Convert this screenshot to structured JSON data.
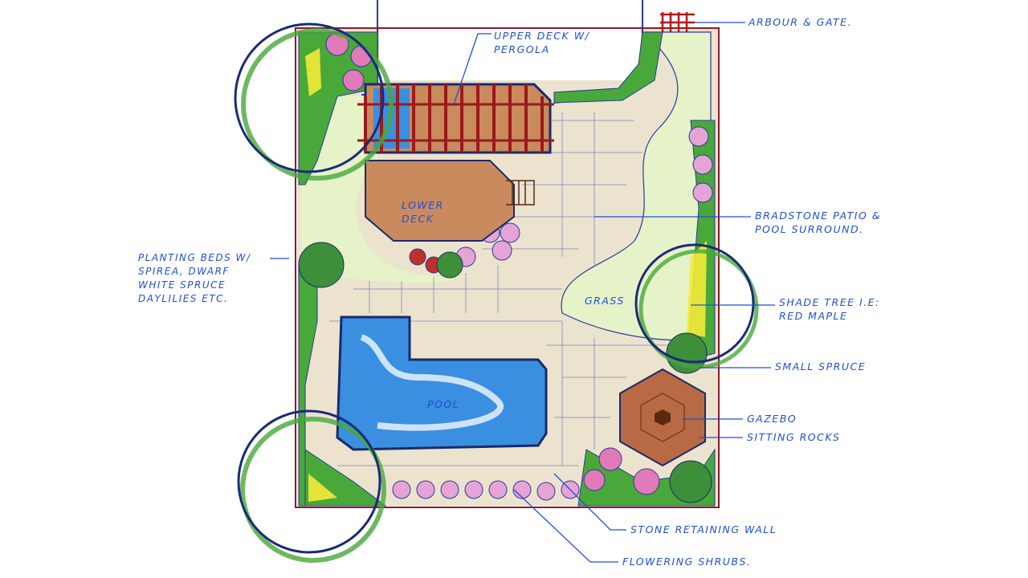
{
  "colors": {
    "ink": "#1f4fd6",
    "property_line": "#8b1a2b",
    "grass": "#e6f2c8",
    "patio": "#ece3cf",
    "pool": "#3a8fe0",
    "deck": "#c98a5e",
    "shrub_green": "#49a83a",
    "flower_pink": "#e07ab8"
  },
  "labels": {
    "upper_deck": [
      "UPPER DECK w/",
      "PERGOLA"
    ],
    "arbour": "ARBOUR & GATE.",
    "lower_deck": [
      "LOWER",
      "DECK"
    ],
    "patio": [
      "BRADSTONE PATIO &",
      "POOL SURROUND."
    ],
    "planting": [
      "PLANTING BEDS w/",
      "SPIREA, DWARF",
      "WHITE SPRUCE",
      "DAYLILIES ETC."
    ],
    "grass": "GRASS",
    "shade_tree": [
      "SHADE TREE i.e:",
      "RED MAPLE"
    ],
    "small_spruce": "SMALL SPRUCE",
    "pool": "POOL",
    "gazebo": "GAZEBO",
    "sitting_rocks": "SITTING ROCKS",
    "retaining_wall": "STONE RETAINING WALL",
    "flowering_shrubs": "FLOWERING SHRUBS."
  }
}
